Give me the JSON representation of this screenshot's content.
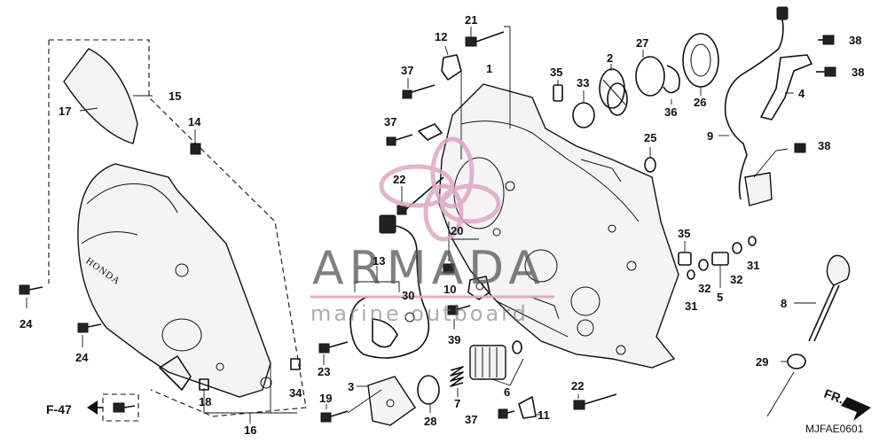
{
  "figure_code": "MJFAE0601",
  "reference_link": "F-47",
  "front_indicator": "FR.",
  "brand_on_cover": "HONDA",
  "watermark": {
    "title": "ARMADA",
    "subtitle": "marine outboard",
    "accent_color": "#e0a6c4",
    "text_color": "#555555"
  },
  "callouts": {
    "c1": "1",
    "c2": "2",
    "c3": "3",
    "c4": "4",
    "c5": "5",
    "c6": "6",
    "c7": "7",
    "c8": "8",
    "c9": "9",
    "c10": "10",
    "c11": "11",
    "c12": "12",
    "c13": "13",
    "c14": "14",
    "c15": "15",
    "c16": "16",
    "c17": "17",
    "c18": "18",
    "c19": "19",
    "c20": "20",
    "c21": "21",
    "c22a": "22",
    "c22b": "22",
    "c23": "23",
    "c24a": "24",
    "c24b": "24",
    "c25": "25",
    "c26": "26",
    "c27": "27",
    "c28": "28",
    "c29": "29",
    "c30": "30",
    "c31a": "31",
    "c31b": "31",
    "c32a": "32",
    "c32b": "32",
    "c33": "33",
    "c34": "34",
    "c35a": "35",
    "c35b": "35",
    "c36": "36",
    "c37a": "37",
    "c37b": "37",
    "c37c": "37",
    "c38a": "38",
    "c38b": "38",
    "c38c": "38",
    "c39": "39"
  }
}
